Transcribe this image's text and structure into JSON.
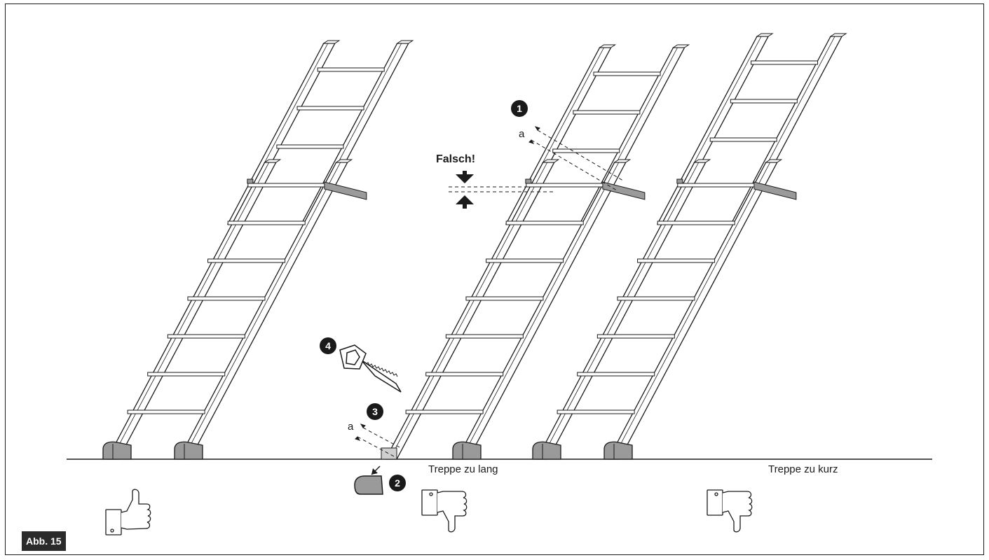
{
  "labels": {
    "wrong": "Falsch!",
    "too_long": "Treppe zu lang",
    "too_short": "Treppe zu kurz",
    "a1": "a",
    "a2": "a",
    "figure": "Abb. 15"
  },
  "callouts": [
    "1",
    "2",
    "3",
    "4"
  ],
  "icons": {
    "correct": "thumbs-up-icon",
    "incorrect": "thumbs-down-icon",
    "tool": "saw-icon",
    "part": "foot-cap-icon"
  },
  "colors": {
    "line": "#1a1a1a",
    "fill_grey": "#9a9a9a",
    "label_bg": "#2b2b2b"
  }
}
